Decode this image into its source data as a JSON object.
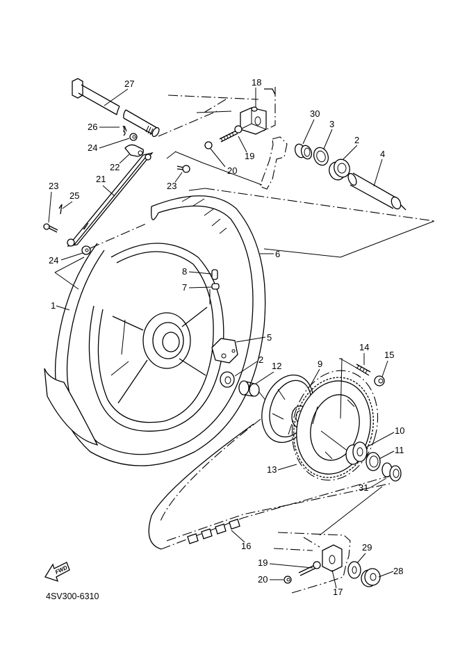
{
  "title": "Rear wheel exploded parts diagram",
  "diagram_code": "4SV300-6310",
  "fwd_label": "FWD",
  "callouts": [
    {
      "id": "27",
      "label": "27",
      "part": "rear-axle"
    },
    {
      "id": "18",
      "label": "18",
      "part": "chain-puller-left"
    },
    {
      "id": "26",
      "label": "26",
      "part": "cotter-pin"
    },
    {
      "id": "24a",
      "label": "24",
      "part": "nut"
    },
    {
      "id": "22",
      "label": "22",
      "part": "clip"
    },
    {
      "id": "19a",
      "label": "19",
      "part": "adjusting-bolt"
    },
    {
      "id": "20a",
      "label": "20",
      "part": "nut"
    },
    {
      "id": "30",
      "label": "30",
      "part": "collar"
    },
    {
      "id": "3",
      "label": "3",
      "part": "oil-seal"
    },
    {
      "id": "2a",
      "label": "2",
      "part": "bearing"
    },
    {
      "id": "4",
      "label": "4",
      "part": "spacer"
    },
    {
      "id": "23a",
      "label": "23",
      "part": "bolt"
    },
    {
      "id": "21",
      "label": "21",
      "part": "tension-bar"
    },
    {
      "id": "23b",
      "label": "23",
      "part": "bolt"
    },
    {
      "id": "25",
      "label": "25",
      "part": "cotter-pin"
    },
    {
      "id": "24b",
      "label": "24",
      "part": "nut"
    },
    {
      "id": "6",
      "label": "6",
      "part": "tire"
    },
    {
      "id": "8",
      "label": "8",
      "part": "valve-cap"
    },
    {
      "id": "7",
      "label": "7",
      "part": "valve"
    },
    {
      "id": "1",
      "label": "1",
      "part": "cast-wheel"
    },
    {
      "id": "5",
      "label": "5",
      "part": "damper"
    },
    {
      "id": "2b",
      "label": "2",
      "part": "bearing"
    },
    {
      "id": "12",
      "label": "12",
      "part": "collar"
    },
    {
      "id": "9",
      "label": "9",
      "part": "clutch-hub"
    },
    {
      "id": "14",
      "label": "14",
      "part": "stud-bolt"
    },
    {
      "id": "15",
      "label": "15",
      "part": "nut"
    },
    {
      "id": "10",
      "label": "10",
      "part": "bearing"
    },
    {
      "id": "11",
      "label": "11",
      "part": "oil-seal"
    },
    {
      "id": "13",
      "label": "13",
      "part": "sprocket"
    },
    {
      "id": "31",
      "label": "31",
      "part": "collar"
    },
    {
      "id": "16",
      "label": "16",
      "part": "drive-chain"
    },
    {
      "id": "29",
      "label": "29",
      "part": "washer"
    },
    {
      "id": "19b",
      "label": "19",
      "part": "adjusting-bolt"
    },
    {
      "id": "28",
      "label": "28",
      "part": "axle-nut"
    },
    {
      "id": "20b",
      "label": "20",
      "part": "nut"
    },
    {
      "id": "17",
      "label": "17",
      "part": "chain-puller-right"
    }
  ]
}
